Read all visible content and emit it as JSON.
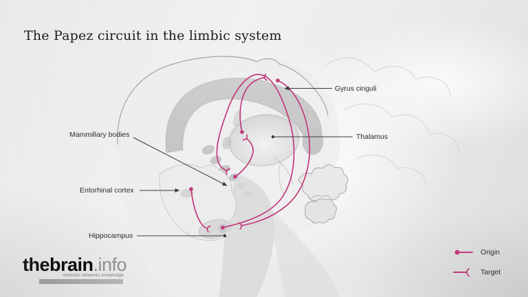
{
  "slide": {
    "title": "The Papez circuit in the limbic system"
  },
  "labels": {
    "gyrus_cinguli": "Gyrus cinguli",
    "thalamus": "Thalamus",
    "mammillary_bodies": "Mammillary bodies",
    "entorhinal_cortex": "Entorhinal cortex",
    "hippocampus": "Hippocampus"
  },
  "legend": {
    "origin": "Origin",
    "target": "Target"
  },
  "logo": {
    "part1": "the",
    "part2": "brain",
    "part3": ".info",
    "tagline": "neurons networks knowledge"
  },
  "colors": {
    "circuit_pink": "#c2397c",
    "label_line": "#3a3a3a",
    "title_text": "#1c1c1c",
    "brain_gray": "#c9c9c9"
  },
  "icons": {
    "origin_icon": "filled-dot-with-line",
    "target_icon": "line-with-open-fork-terminal",
    "pointer_arrow_icon": "small-solid-arrowhead",
    "pointer_dot_icon": "small-filled-dot"
  }
}
